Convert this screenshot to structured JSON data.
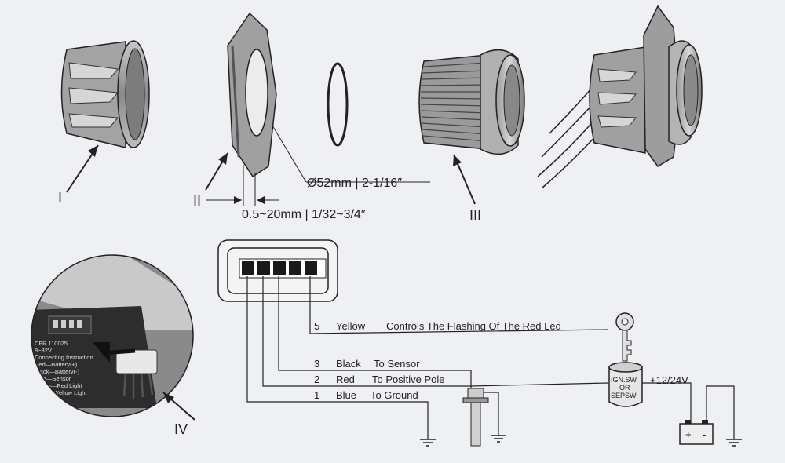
{
  "parts": {
    "part_i": "I",
    "part_ii": "II",
    "part_iii": "III",
    "part_iv": "IV"
  },
  "dimensions": {
    "diameter": "Ø52mm | 2-1/16″",
    "thickness": "0.5~20mm | 1/32~3/4″"
  },
  "wires": [
    {
      "num": "5",
      "color": "Yellow",
      "desc": "Controls The Flashing Of The Red Led"
    },
    {
      "num": "3",
      "color": "Black",
      "desc": "To Sensor"
    },
    {
      "num": "2",
      "color": "Red",
      "desc": "To Positive Pole"
    },
    {
      "num": "1",
      "color": "Blue",
      "desc": "To Ground"
    }
  ],
  "switch": {
    "line1": "IGN.SW",
    "line2": "OR",
    "line3": "SEPSW"
  },
  "voltage": "+12/24V",
  "battery_signs": {
    "plus": "+",
    "minus": "-"
  },
  "inset_text": [
    "CFR 110025",
    "8~32V",
    "Connecting Instruction",
    "Red—Battery(+)",
    "Black—Battery(-)",
    "Blue—Sensor",
    "Green—Red Light",
    "White—Yellow Light"
  ]
}
